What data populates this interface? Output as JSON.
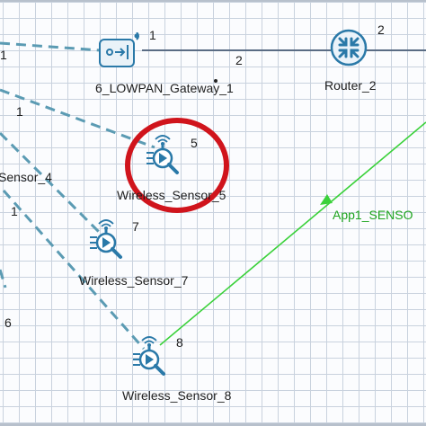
{
  "colors": {
    "dashed_link": "#5b9bb3",
    "app_flow": "#3ad13a",
    "highlight_circle": "#d0141c",
    "icon_blue": "#2a79a8"
  },
  "nodes": {
    "gateway": {
      "label": "6_LOWPAN_Gateway_1",
      "port": "1",
      "icon": "gateway-icon"
    },
    "router": {
      "label": "Router_2",
      "port": "2",
      "icon": "router-icon"
    },
    "sensor_4": {
      "label": "Sensor_4"
    },
    "sensor_5": {
      "label": "Wireless_Sensor_5",
      "id": "5",
      "icon": "wireless-sensor-icon"
    },
    "sensor_7": {
      "label": "Wireless_Sensor_7",
      "id": "7",
      "icon": "wireless-sensor-icon"
    },
    "sensor_8": {
      "label": "Wireless_Sensor_8",
      "id": "8",
      "icon": "wireless-sensor-icon"
    }
  },
  "link_numbers": {
    "top_left": "1",
    "gw_router": "2",
    "left_1": "1",
    "left_2": "1",
    "left_6": "6"
  },
  "app_flow": {
    "label": "App1_SENSO"
  }
}
